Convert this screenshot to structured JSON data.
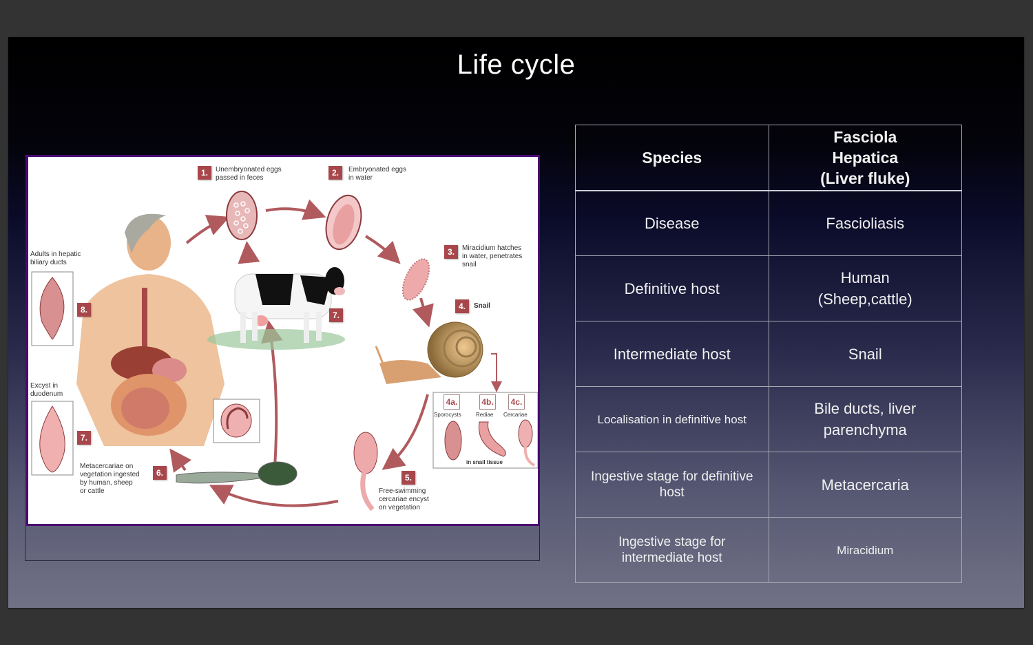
{
  "slide": {
    "title": "Life cycle"
  },
  "diagram": {
    "steps": [
      {
        "num": "1.",
        "text_lines": [
          "Unembryonated eggs",
          "passed in feces"
        ]
      },
      {
        "num": "2.",
        "text_lines": [
          "Embryonated eggs",
          "in water"
        ]
      },
      {
        "num": "3.",
        "text_lines": [
          "Miracidium hatches",
          "in water, penetrates",
          "snail"
        ]
      },
      {
        "num": "4.",
        "text_lines": [
          "Snail"
        ]
      },
      {
        "num": "5.",
        "text_lines": [
          "Free-swimming",
          "cercariae encyst",
          "on vegetation"
        ]
      },
      {
        "num": "6.",
        "text_lines": [
          "Metacercariae on",
          "vegetation ingested",
          "by human, sheep",
          "or cattle"
        ]
      },
      {
        "num": "7.",
        "text_lines": [
          "Excyst in",
          "duodenum"
        ]
      },
      {
        "num": "8.",
        "text_lines": [
          "Adults in hepatic",
          "biliary ducts"
        ]
      }
    ],
    "cow_step": "7.",
    "snail_substages": [
      {
        "num": "4a.",
        "label": "Sporocysts"
      },
      {
        "num": "4b.",
        "label": "Rediae"
      },
      {
        "num": "4c.",
        "label": "Cercariae"
      }
    ],
    "snail_tissue_label": "in snail tissue"
  },
  "table": {
    "header": [
      "Species",
      "Fasciola Hepatica (Liver fluke)"
    ],
    "header_lines": [
      "Fasciola",
      "Hepatica",
      "(Liver fluke)"
    ],
    "rows": [
      {
        "label": "Disease",
        "value": "Fascioliasis"
      },
      {
        "label": "Definitive host",
        "value_lines": [
          "Human",
          "(Sheep,cattle)"
        ]
      },
      {
        "label": "Intermediate host",
        "value": "Snail"
      },
      {
        "label": "Localisation in definitive host",
        "value_lines": [
          "Bile ducts, liver",
          "parenchyma"
        ]
      },
      {
        "label": "Ingestive stage for definitive host",
        "value": "Metacercaria"
      },
      {
        "label_lines": [
          "Ingestive stage for",
          "intermediate host"
        ],
        "value": "Miracidium"
      }
    ]
  },
  "colors": {
    "step_badge": "#a8474b",
    "image_border": "#4a0a72",
    "window_bg": "#333333"
  }
}
